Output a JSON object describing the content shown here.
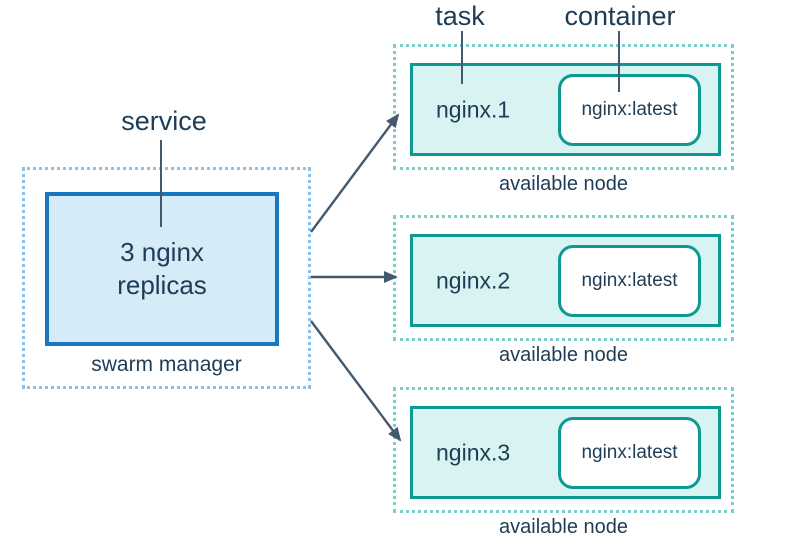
{
  "labels": {
    "service": "service",
    "task": "task",
    "container": "container"
  },
  "manager": {
    "text_lines": [
      "3 nginx",
      "replicas"
    ],
    "caption": "swarm manager"
  },
  "nodes": [
    {
      "task": "nginx.1",
      "container": "nginx:latest",
      "caption": "available node"
    },
    {
      "task": "nginx.2",
      "container": "nginx:latest",
      "caption": "available node"
    },
    {
      "task": "nginx.3",
      "container": "nginx:latest",
      "caption": "available node"
    }
  ],
  "colors": {
    "connector": "#44596d",
    "service_border": "#1878bf",
    "service_fill": "#d6ebf8",
    "manager_dotted": "#8cc1e9",
    "node_border": "#0a9a92",
    "node_fill": "#d8f3f1",
    "node_dotted": "#7bcec9",
    "text": "#1d3c56"
  }
}
